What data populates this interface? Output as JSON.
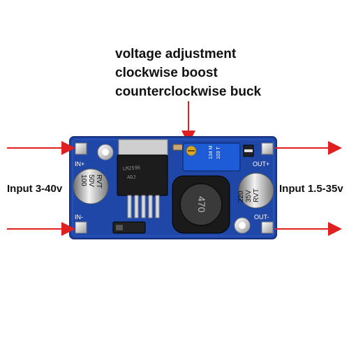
{
  "caption": {
    "line1": "voltage adjustment",
    "line2": "clockwise boost",
    "line3": "counterclockwise buck"
  },
  "labels": {
    "input_left": "Input 3-40v",
    "input_right": "Input 1.5-35v"
  },
  "pads": {
    "in_plus": "IN+",
    "in_minus": "IN-",
    "out_plus": "OUT+",
    "out_minus": "OUT-"
  },
  "components": {
    "cap_left": [
      "100",
      "50V",
      "RVT"
    ],
    "cap_right": [
      "220",
      "35V",
      "RVT"
    ],
    "inductor": "470",
    "pot": [
      "134 M",
      "103 T"
    ]
  },
  "colors": {
    "pcb": "#1f47a8",
    "arrow": "#e02020",
    "potentiometer": "#1e5bd6"
  }
}
